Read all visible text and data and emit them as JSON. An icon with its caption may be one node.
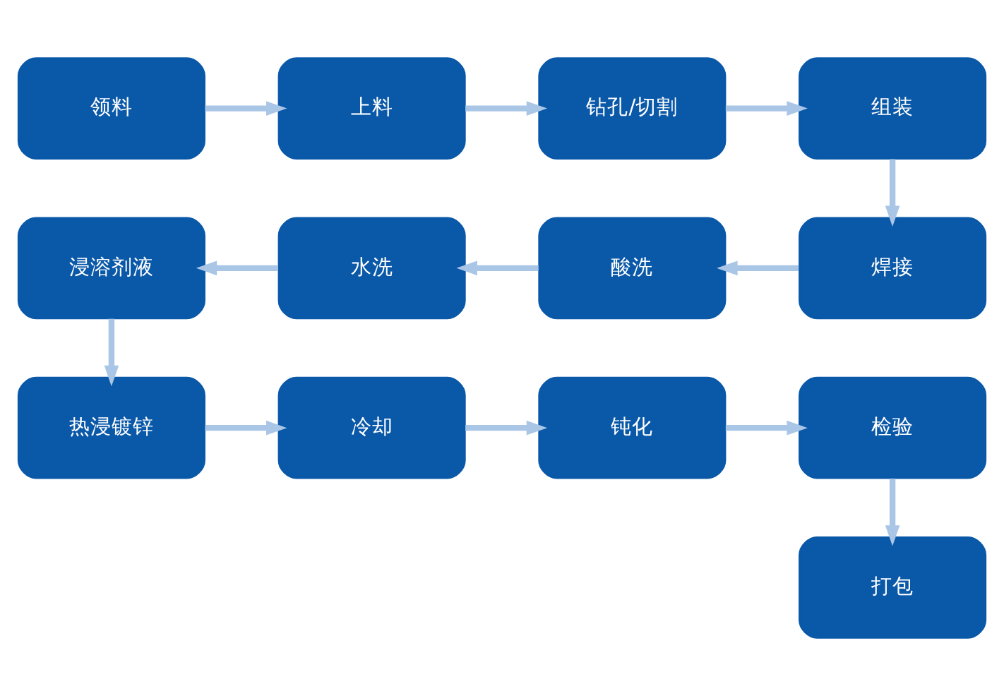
{
  "diagram": {
    "nodes": [
      {
        "text": [
          "领料"
        ]
      },
      {
        "text": [
          "上料"
        ]
      },
      {
        "text": [
          "钻孔/切割"
        ]
      },
      {
        "text": [
          "组装"
        ]
      },
      {
        "text": [
          "焊接"
        ]
      },
      {
        "text": [
          "酸洗"
        ]
      },
      {
        "text": [
          "水洗"
        ]
      },
      {
        "text": [
          "浸溶剂液"
        ]
      },
      {
        "text": [
          "热浸镀锌"
        ]
      },
      {
        "text": [
          "冷却"
        ]
      },
      {
        "text": [
          "钝化"
        ]
      },
      {
        "text": [
          "检验"
        ]
      },
      {
        "text": [
          "打包"
        ]
      }
    ],
    "edges": [
      {
        "from": 0,
        "to": 1,
        "arrow": "to"
      },
      {
        "from": 1,
        "to": 2,
        "arrow": "to"
      },
      {
        "from": 2,
        "to": 3,
        "arrow": "to"
      },
      {
        "from": 3,
        "to": 4,
        "arrow": "to"
      },
      {
        "from": 4,
        "to": 5,
        "arrow": "to"
      },
      {
        "from": 5,
        "to": 6,
        "arrow": "to"
      },
      {
        "from": 6,
        "to": 7,
        "arrow": "to"
      },
      {
        "from": 7,
        "to": 8,
        "arrow": "to"
      },
      {
        "from": 8,
        "to": 9,
        "arrow": "to"
      },
      {
        "from": 9,
        "to": 10,
        "arrow": "to"
      },
      {
        "from": 10,
        "to": 11,
        "arrow": "to"
      },
      {
        "from": 11,
        "to": 12,
        "arrow": "to"
      }
    ]
  }
}
